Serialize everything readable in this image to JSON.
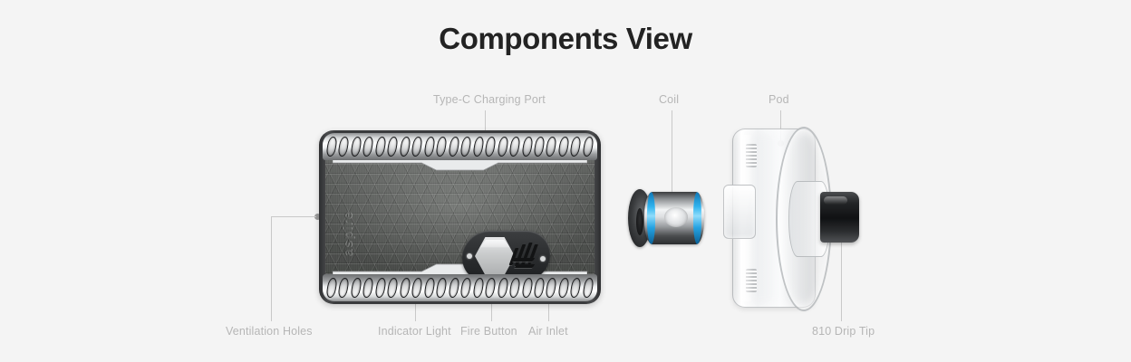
{
  "page": {
    "title": "Components View",
    "background_color": "#f4f4f4",
    "title_color": "#232323",
    "label_color": "#b6b6b6",
    "leader_color": "#c9c9c9",
    "accent_color": "#2fb3ee"
  },
  "labels": {
    "type_c": "Type-C Charging Port",
    "coil": "Coil",
    "pod": "Pod",
    "ventilation": "Ventilation Holes",
    "indicator": "Indicator Light",
    "fire_button": "Fire Button",
    "air_inlet": "Air Inlet",
    "drip_tip": "810 Drip Tip"
  },
  "device": {
    "brand": "aspire"
  }
}
